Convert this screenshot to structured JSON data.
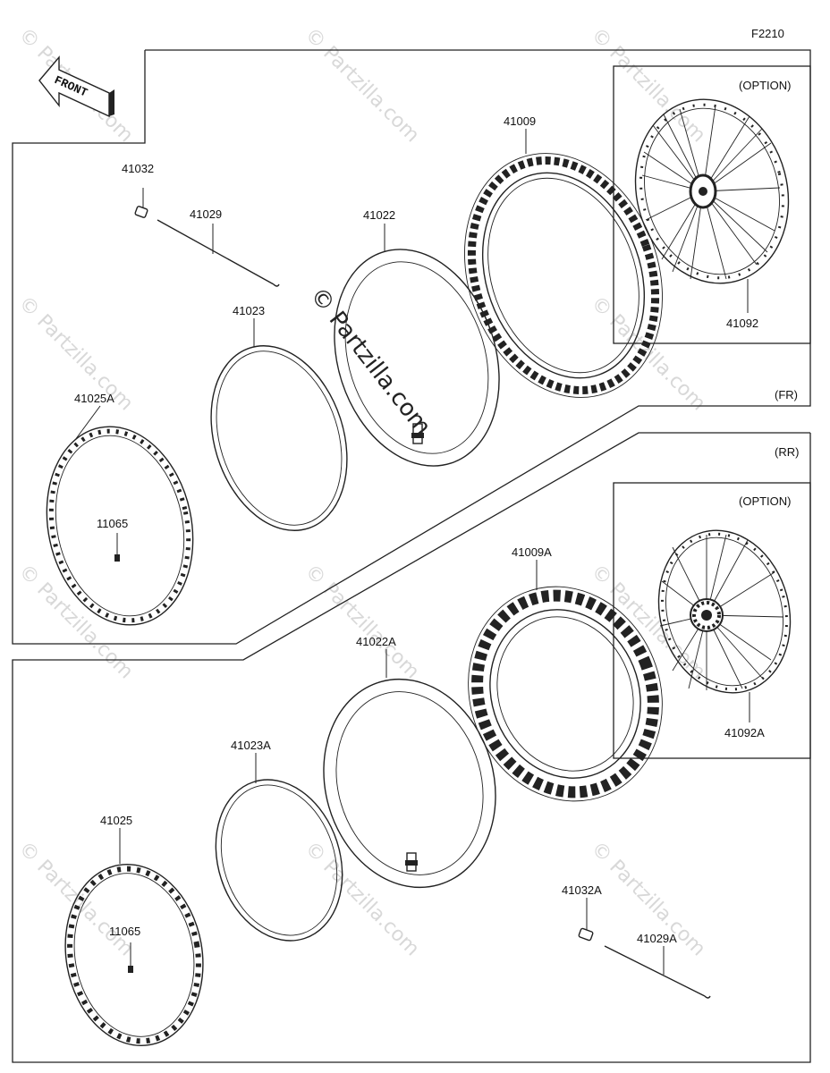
{
  "diagram": {
    "code": "F2210",
    "front_label": "FRONT",
    "fr_label": "(FR)",
    "rr_label": "(RR)",
    "option_label_front": "(OPTION)",
    "option_label_rear": "(OPTION)",
    "watermark_center": "© Partzilla.com",
    "watermark_repeat": "© Partzilla.com"
  },
  "parts": {
    "p41032": "41032",
    "p41029": "41029",
    "p41022": "41022",
    "p41009": "41009",
    "p41092": "41092",
    "p41023": "41023",
    "p41025A": "41025A",
    "p11065_front": "11065",
    "p41009A": "41009A",
    "p41092A": "41092A",
    "p41022A": "41022A",
    "p41023A": "41023A",
    "p41025": "41025",
    "p11065_rear": "11065",
    "p41032A": "41032A",
    "p41029A": "41029A"
  }
}
